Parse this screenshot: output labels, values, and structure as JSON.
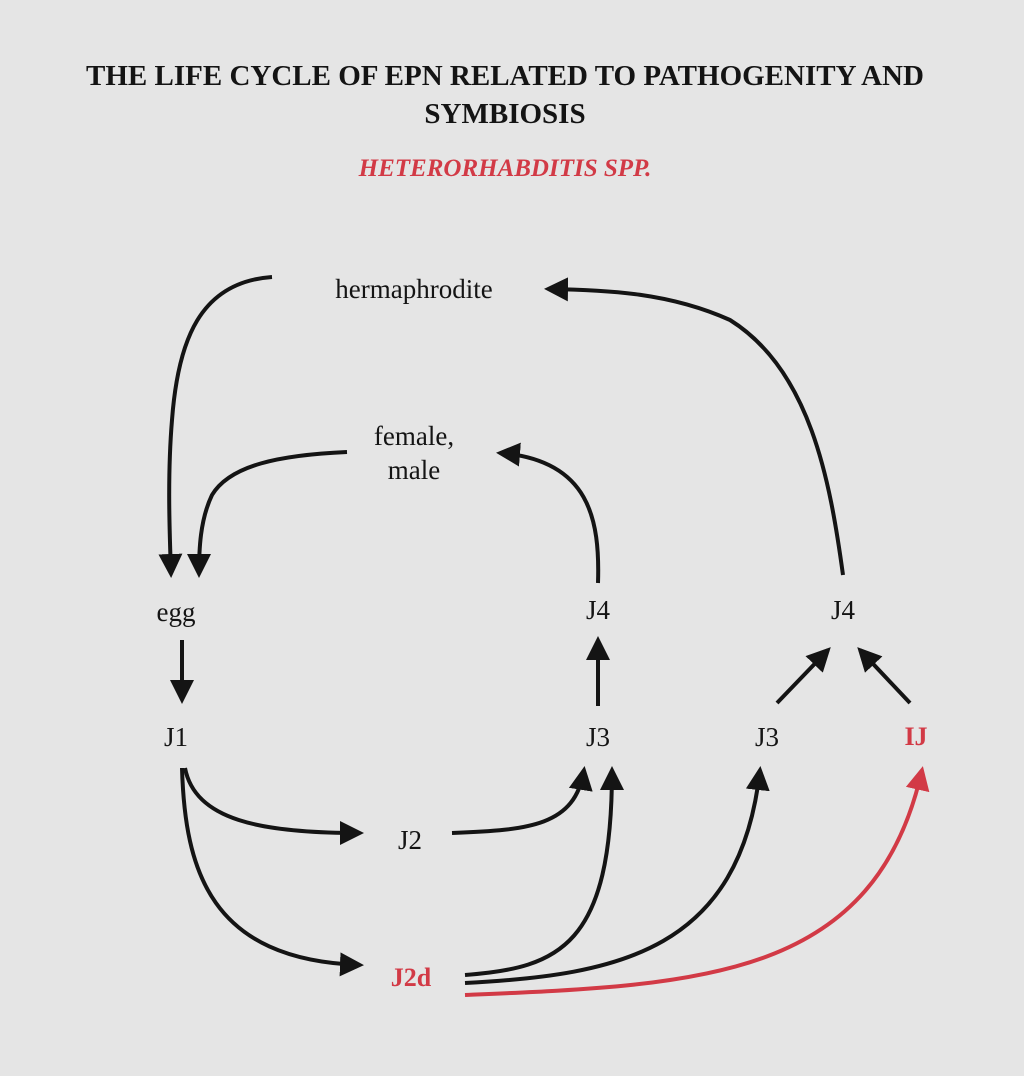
{
  "title_line1": "THE LIFE CYCLE OF EPN RELATED TO PATHOGENITY AND",
  "title_line2": "SYMBIOSIS",
  "subtitle": "HETERORHABDITIS SPP.",
  "nodes": {
    "hermaphrodite": "hermaphrodite",
    "female_male_line1": "female,",
    "female_male_line2": "male",
    "egg": "egg",
    "j1": "J1",
    "j2": "J2",
    "j2d": "J2d",
    "j3_left": "J3",
    "j4_left": "J4",
    "j3_right": "J3",
    "j4_right": "J4",
    "ij": "IJ"
  },
  "colors": {
    "background": "#e5e5e5",
    "text": "#141414",
    "accent_red": "#d23a46"
  }
}
